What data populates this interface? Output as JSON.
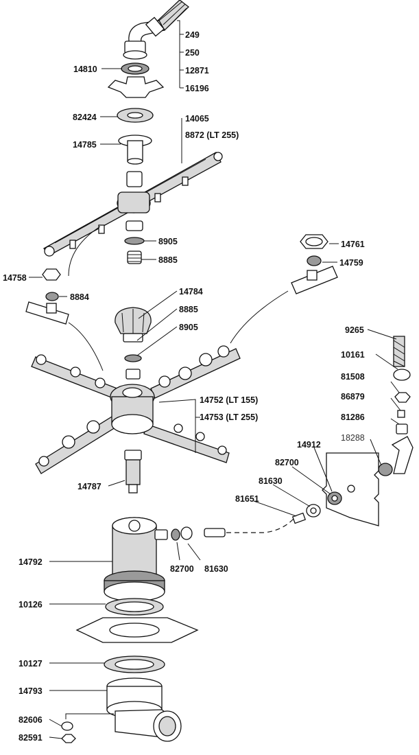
{
  "labels": {
    "l249": "249",
    "l250": "250",
    "l12871": "12871",
    "l16196": "16196",
    "l14810": "14810",
    "l82424": "82424",
    "l14065": "14065",
    "l8872": "8872 (LT 255)",
    "l14785": "14785",
    "l8905a": "8905",
    "l8885a": "8885",
    "l14761": "14761",
    "l14759": "14759",
    "l14758": "14758",
    "l8884": "8884",
    "l14784": "14784",
    "l8885b": "8885",
    "l8905b": "8905",
    "l9265": "9265",
    "l10161": "10161",
    "l81508": "81508",
    "l86879": "86879",
    "l81286": "81286",
    "l18288": "18288",
    "l14752": "14752 (LT 155)",
    "l14753": "14753 (LT 255)",
    "l14912": "14912",
    "l82700a": "82700",
    "l81630a": "81630",
    "l81651": "81651",
    "l14787": "14787",
    "l14792": "14792",
    "l82700b": "82700",
    "l81630b": "81630",
    "l10126": "10126",
    "l10127": "10127",
    "l14793": "14793",
    "l82606": "82606",
    "l82591": "82591"
  }
}
